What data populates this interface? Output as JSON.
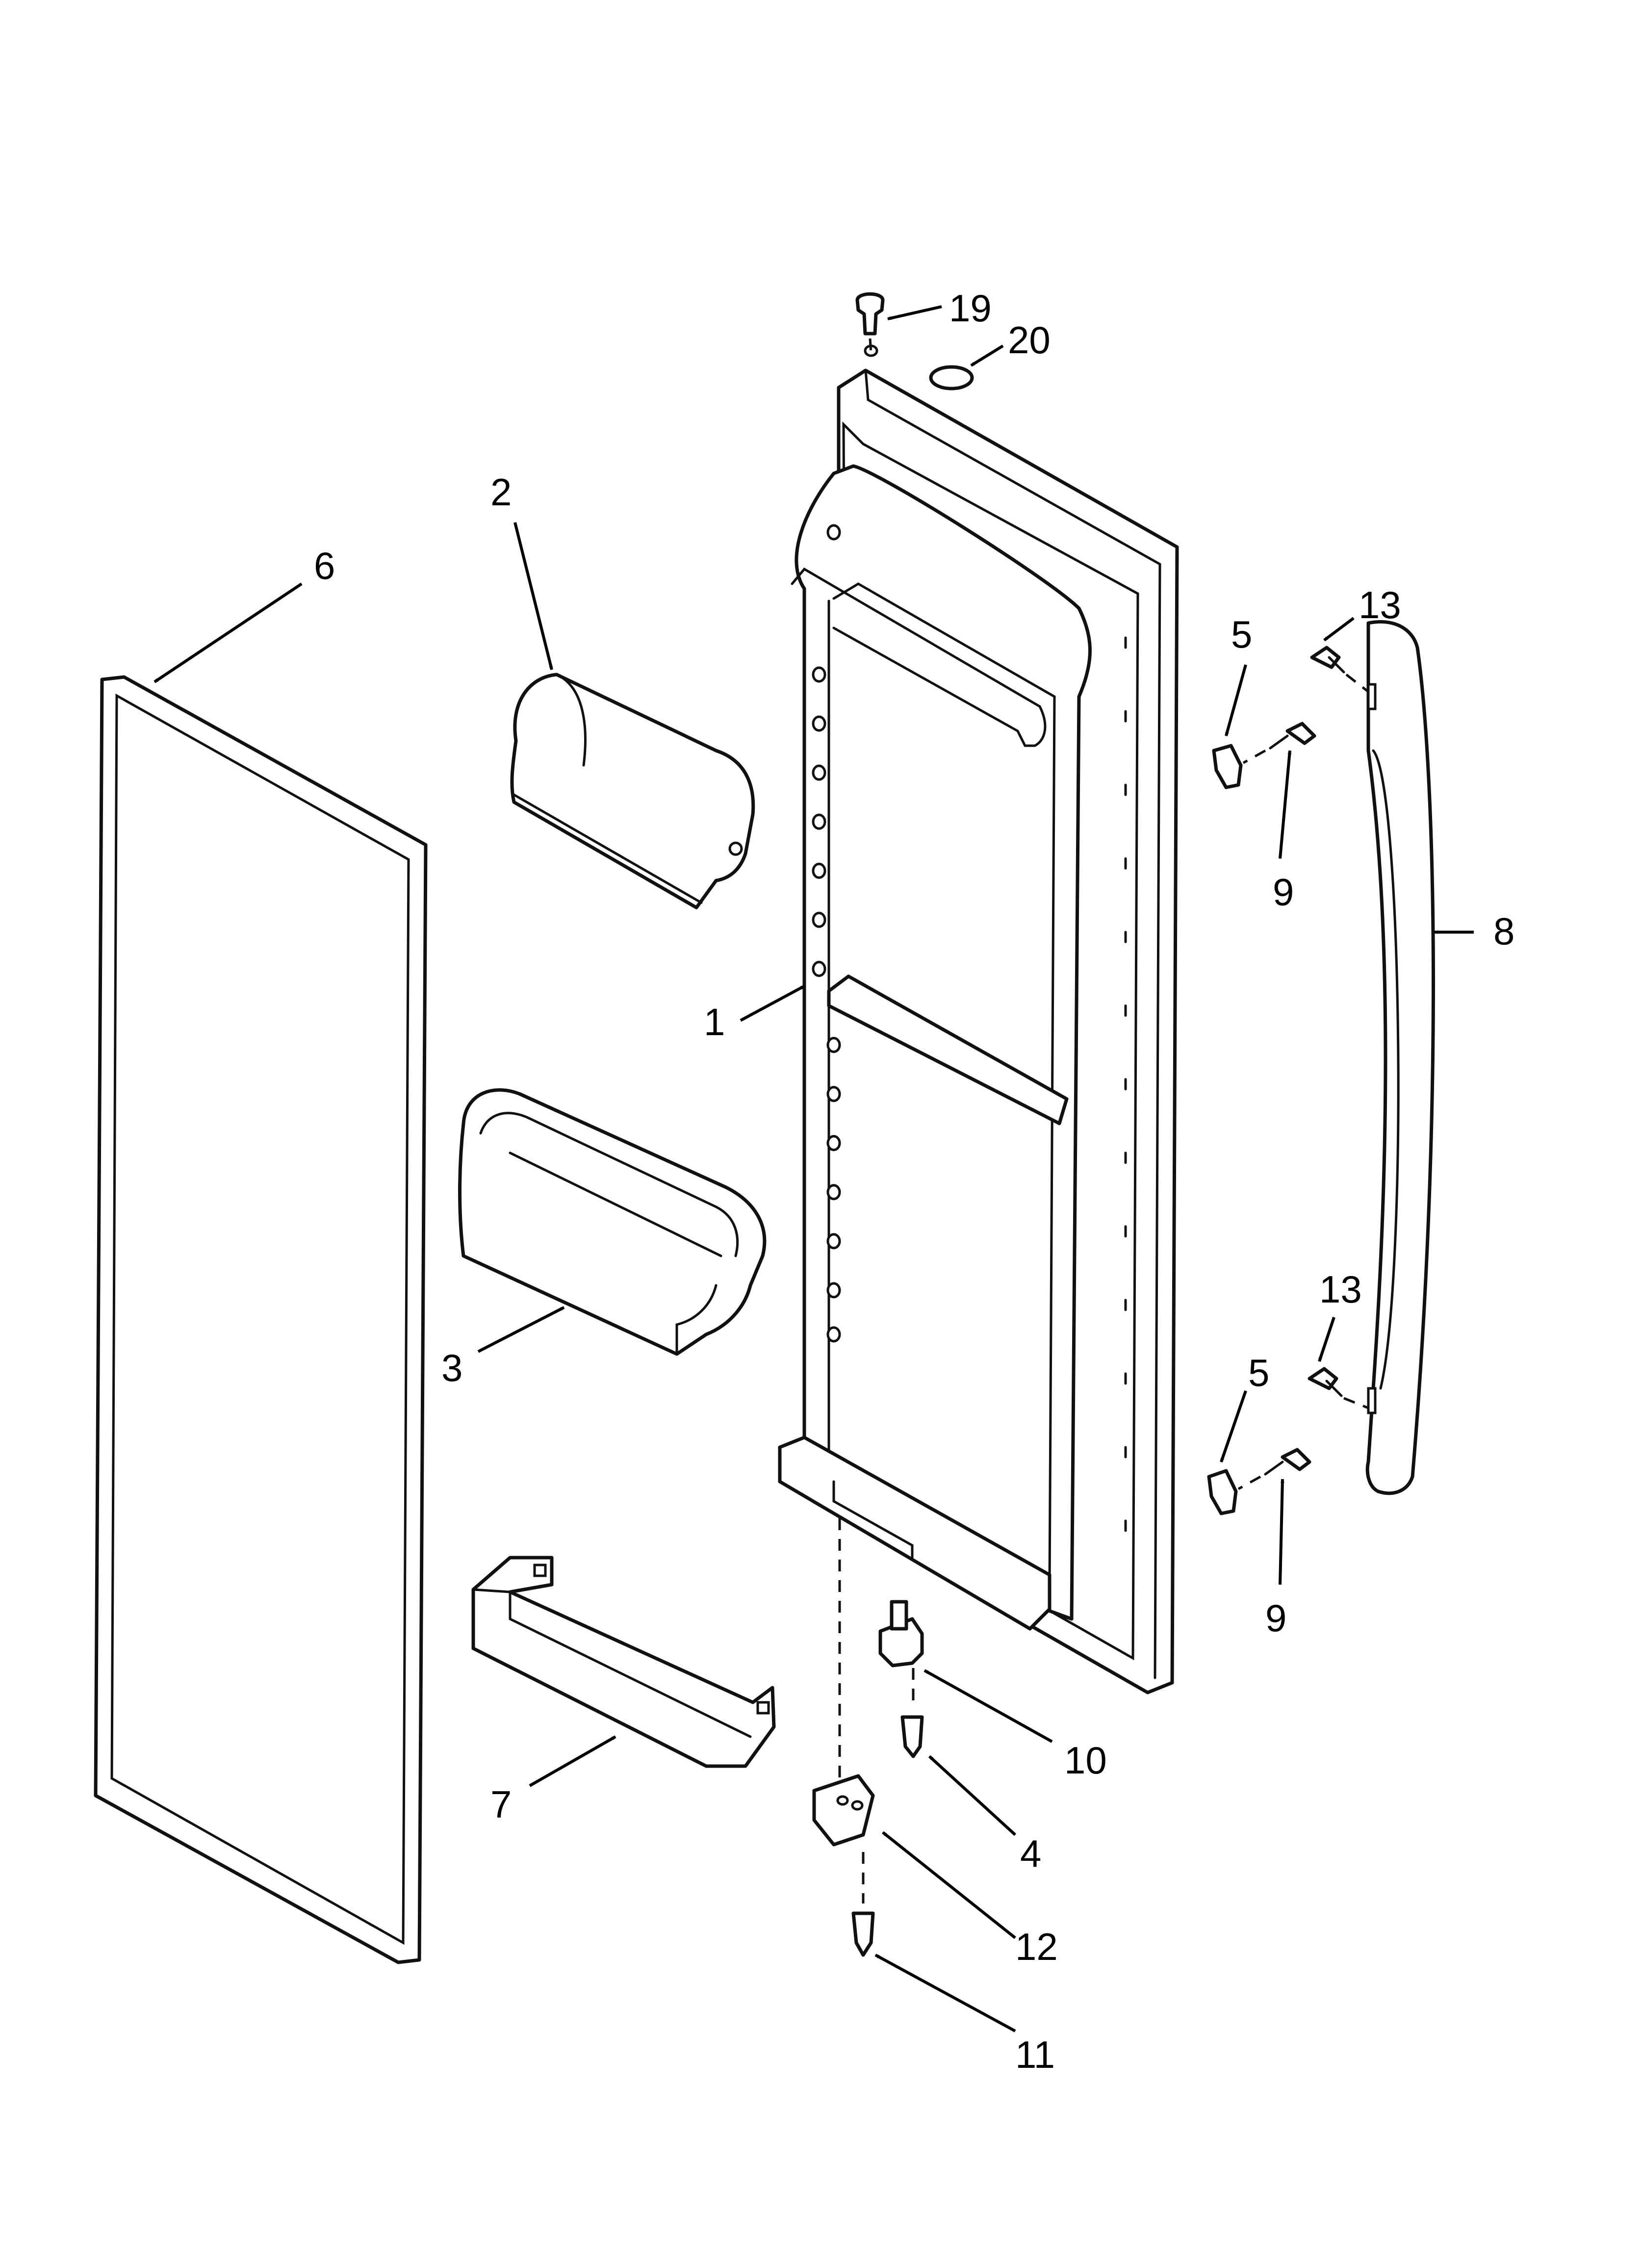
{
  "diagram": {
    "callouts": [
      {
        "id": "c-19",
        "label": "19"
      },
      {
        "id": "c-20",
        "label": "20"
      },
      {
        "id": "c-2",
        "label": "2"
      },
      {
        "id": "c-6",
        "label": "6"
      },
      {
        "id": "c-5-top",
        "label": "5"
      },
      {
        "id": "c-13-top",
        "label": "13"
      },
      {
        "id": "c-9-top",
        "label": "9"
      },
      {
        "id": "c-8",
        "label": "8"
      },
      {
        "id": "c-1",
        "label": "1"
      },
      {
        "id": "c-3",
        "label": "3"
      },
      {
        "id": "c-13-bottom",
        "label": "13"
      },
      {
        "id": "c-5-bottom",
        "label": "5"
      },
      {
        "id": "c-9-bottom",
        "label": "9"
      },
      {
        "id": "c-10",
        "label": "10"
      },
      {
        "id": "c-4",
        "label": "4"
      },
      {
        "id": "c-7",
        "label": "7"
      },
      {
        "id": "c-12",
        "label": "12"
      },
      {
        "id": "c-11",
        "label": "11"
      }
    ],
    "line_color": "#111111",
    "background": "#ffffff"
  }
}
